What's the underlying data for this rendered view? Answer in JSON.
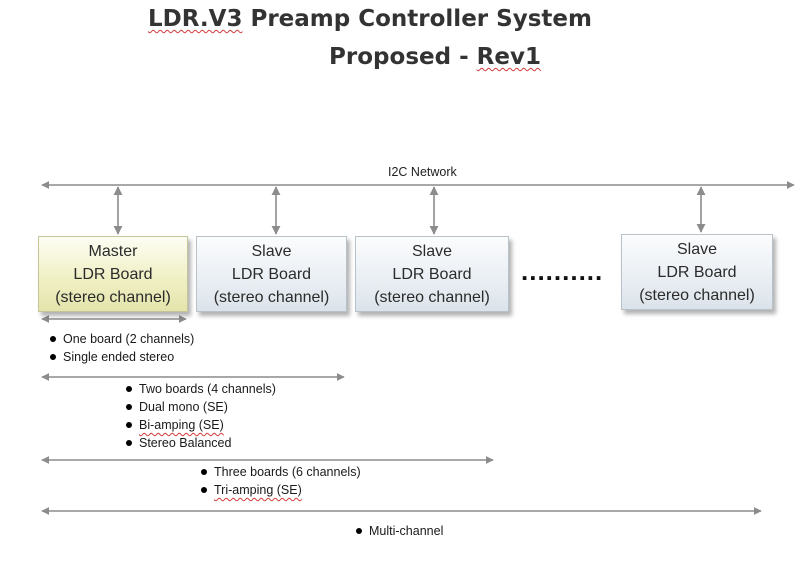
{
  "title": {
    "line1_prefix": "LDR.V3",
    "line1_rest": " Preamp Controller System",
    "line2_prefix": "Proposed - ",
    "line2_rev": "Rev1"
  },
  "network": {
    "label": "I2C Network"
  },
  "boards": [
    {
      "role": "Master",
      "line2": "LDR Board",
      "line3": "(stereo channel)"
    },
    {
      "role": "Slave",
      "line2": "LDR Board",
      "line3": "(stereo channel)"
    },
    {
      "role": "Slave",
      "line2": "LDR Board",
      "line3": "(stereo channel)"
    },
    {
      "role": "Slave",
      "line2": "LDR Board",
      "line3": "(stereo channel)"
    }
  ],
  "ellipsis": "..........",
  "configurations": [
    {
      "items": [
        "One board (2 channels)",
        "Single ended stereo"
      ]
    },
    {
      "items": [
        "Two boards (4 channels)",
        "Dual mono (SE)",
        "Bi-amping (SE)",
        "Stereo Balanced"
      ]
    },
    {
      "items": [
        "Three boards (6 channels)",
        "Tri-amping (SE)"
      ]
    },
    {
      "items": [
        "Multi-channel"
      ]
    }
  ],
  "colors": {
    "master_fill": "#f0f0c6",
    "slave_fill": "#e9eef3",
    "arrow": "#8c8c8c"
  }
}
